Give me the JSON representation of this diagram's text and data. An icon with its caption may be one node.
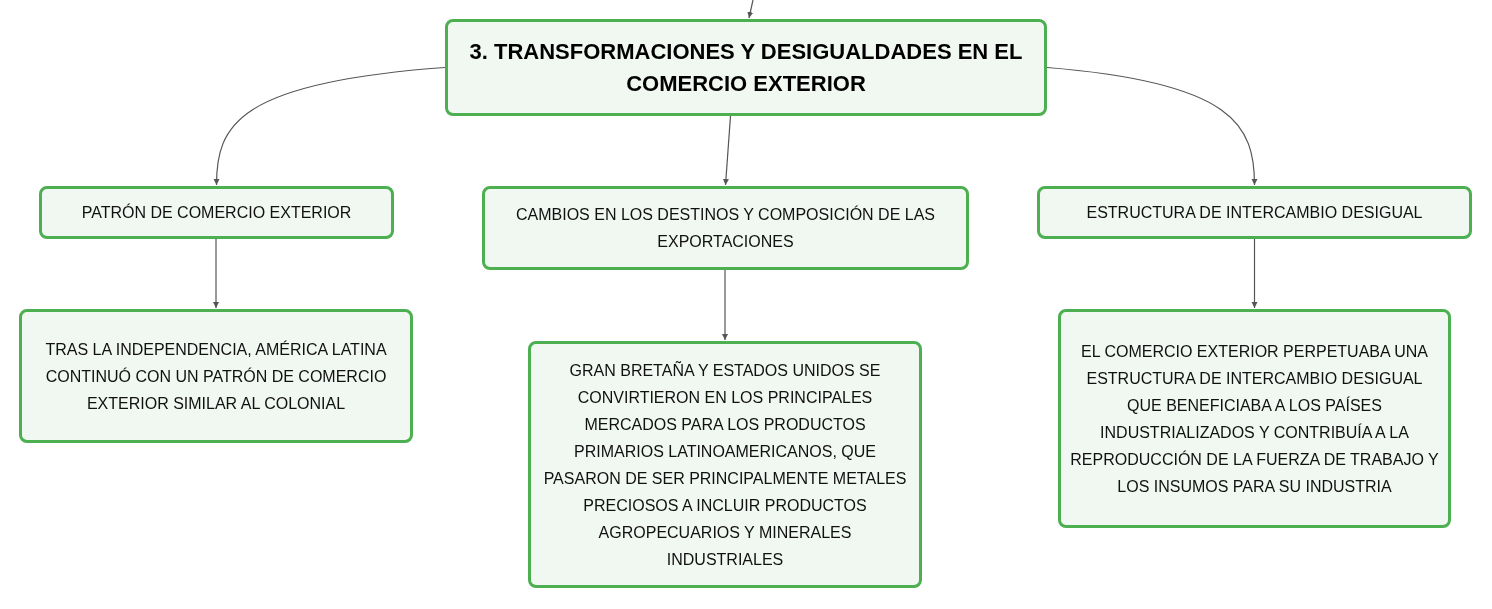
{
  "diagram": {
    "nodes": [
      {
        "text": [
          "3. TRANSFORMACIONES Y DESIGUALDADES EN EL COMERCIO EXTERIOR"
        ]
      },
      {
        "text": [
          "PATRÓN DE COMERCIO EXTERIOR"
        ]
      },
      {
        "text": [
          "CAMBIOS EN LOS DESTINOS Y COMPOSICIÓN DE LAS EXPORTACIONES"
        ]
      },
      {
        "text": [
          "ESTRUCTURA DE INTERCAMBIO DESIGUAL"
        ]
      },
      {
        "text": [
          "TRAS LA INDEPENDENCIA, AMÉRICA LATINA CONTINUÓ CON UN PATRÓN DE COMERCIO EXTERIOR SIMILAR AL COLONIAL"
        ]
      },
      {
        "text": [
          "GRAN BRETAÑA Y ESTADOS UNIDOS SE CONVIRTIERON EN LOS PRINCIPALES MERCADOS PARA LOS PRODUCTOS PRIMARIOS LATINOAMERICANOS, QUE PASARON DE SER PRINCIPALMENTE METALES PRECIOSOS A INCLUIR PRODUCTOS AGROPECUARIOS Y MINERALES INDUSTRIALES"
        ]
      },
      {
        "text": [
          "EL COMERCIO EXTERIOR PERPETUABA UNA ESTRUCTURA DE INTERCAMBIO DESIGUAL QUE BENEFICIABA A LOS PAÍSES INDUSTRIALIZADOS Y CONTRIBUÍA A LA REPRODUCCIÓN DE LA FUERZA DE TRABAJO Y LOS INSUMOS PARA SU INDUSTRIA"
        ]
      }
    ],
    "edges": [
      {
        "from": null,
        "to": 0,
        "arrow": "to"
      },
      {
        "from": 0,
        "to": 1,
        "arrow": "to"
      },
      {
        "from": 0,
        "to": 2,
        "arrow": "to"
      },
      {
        "from": 0,
        "to": 3,
        "arrow": "to"
      },
      {
        "from": 1,
        "to": 4,
        "arrow": "to"
      },
      {
        "from": 2,
        "to": 5,
        "arrow": "to"
      },
      {
        "from": 3,
        "to": 6,
        "arrow": "to"
      }
    ]
  }
}
